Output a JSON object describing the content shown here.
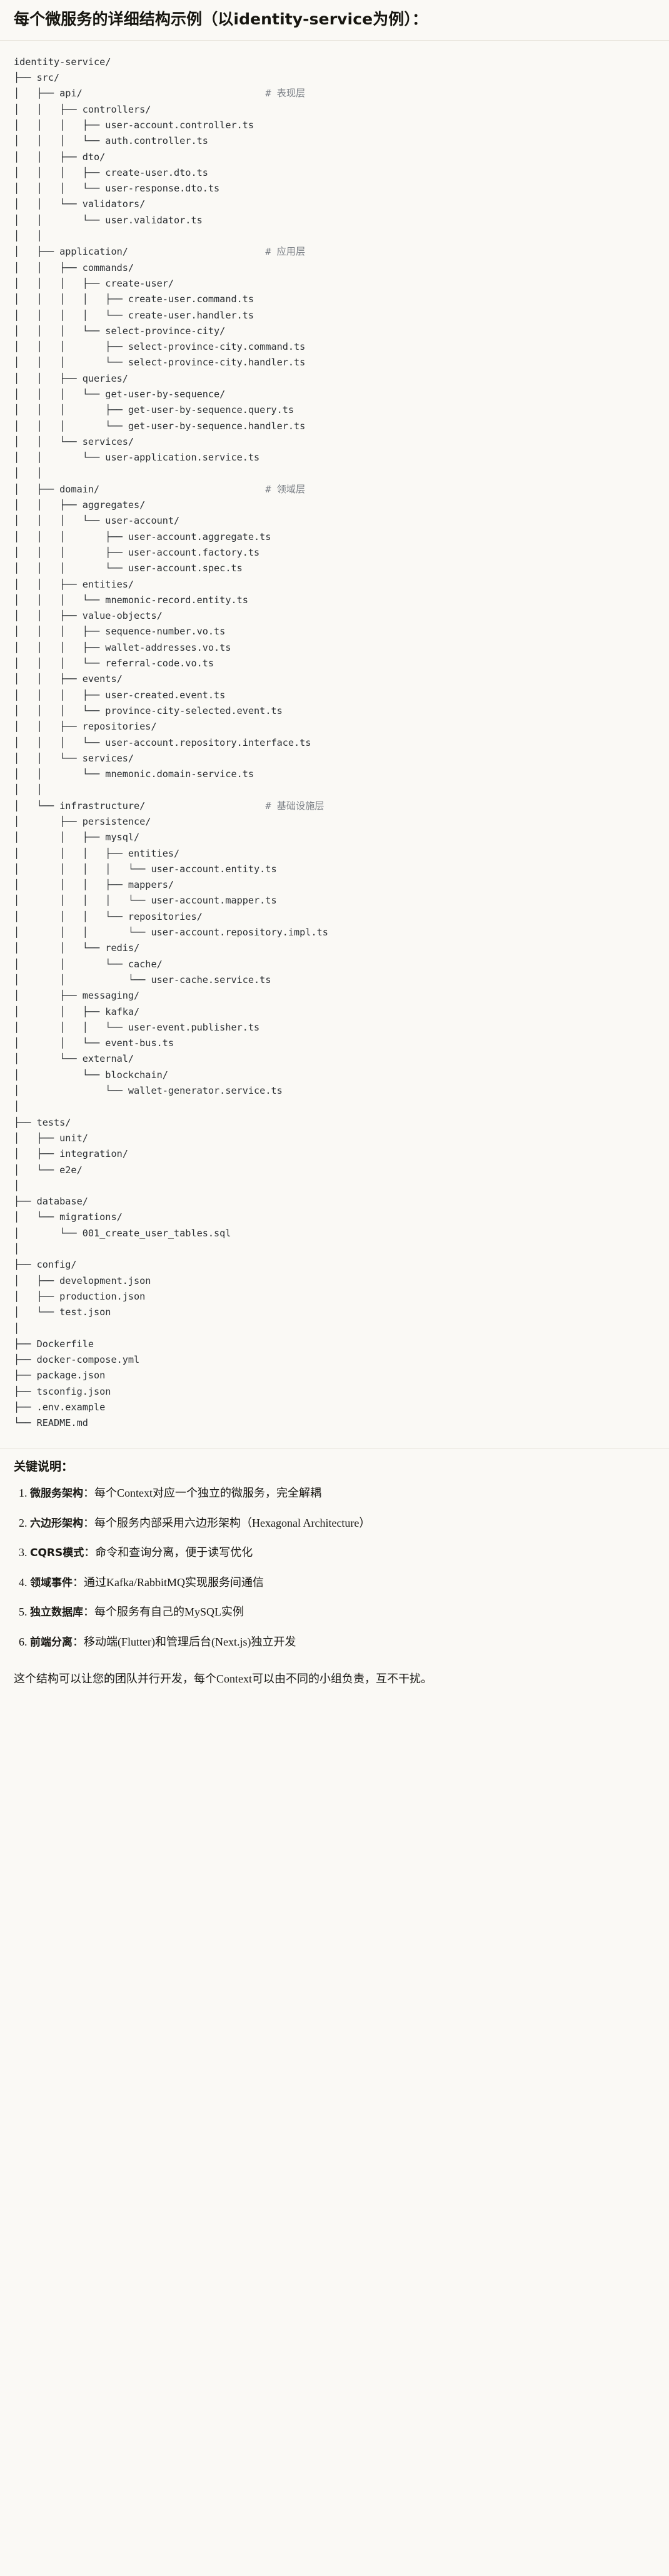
{
  "heading": "每个微服务的详细结构示例（以identity-service为例）：",
  "tree": {
    "root": "identity-service/",
    "comments": {
      "api": "# 表现层",
      "application": "# 应用层",
      "domain": "# 领域层",
      "infrastructure": "# 基础设施层"
    },
    "lines": [
      {
        "text": "identity-service/",
        "comment": ""
      },
      {
        "text": "├── src/",
        "comment": ""
      },
      {
        "text": "│   ├── api/",
        "comment": "# 表现层"
      },
      {
        "text": "│   │   ├── controllers/",
        "comment": ""
      },
      {
        "text": "│   │   │   ├── user-account.controller.ts",
        "comment": ""
      },
      {
        "text": "│   │   │   └── auth.controller.ts",
        "comment": ""
      },
      {
        "text": "│   │   ├── dto/",
        "comment": ""
      },
      {
        "text": "│   │   │   ├── create-user.dto.ts",
        "comment": ""
      },
      {
        "text": "│   │   │   └── user-response.dto.ts",
        "comment": ""
      },
      {
        "text": "│   │   └── validators/",
        "comment": ""
      },
      {
        "text": "│   │       └── user.validator.ts",
        "comment": ""
      },
      {
        "text": "│   │",
        "comment": ""
      },
      {
        "text": "│   ├── application/",
        "comment": "# 应用层"
      },
      {
        "text": "│   │   ├── commands/",
        "comment": ""
      },
      {
        "text": "│   │   │   ├── create-user/",
        "comment": ""
      },
      {
        "text": "│   │   │   │   ├── create-user.command.ts",
        "comment": ""
      },
      {
        "text": "│   │   │   │   └── create-user.handler.ts",
        "comment": ""
      },
      {
        "text": "│   │   │   └── select-province-city/",
        "comment": ""
      },
      {
        "text": "│   │   │       ├── select-province-city.command.ts",
        "comment": ""
      },
      {
        "text": "│   │   │       └── select-province-city.handler.ts",
        "comment": ""
      },
      {
        "text": "│   │   ├── queries/",
        "comment": ""
      },
      {
        "text": "│   │   │   └── get-user-by-sequence/",
        "comment": ""
      },
      {
        "text": "│   │   │       ├── get-user-by-sequence.query.ts",
        "comment": ""
      },
      {
        "text": "│   │   │       └── get-user-by-sequence.handler.ts",
        "comment": ""
      },
      {
        "text": "│   │   └── services/",
        "comment": ""
      },
      {
        "text": "│   │       └── user-application.service.ts",
        "comment": ""
      },
      {
        "text": "│   │",
        "comment": ""
      },
      {
        "text": "│   ├── domain/",
        "comment": "# 领域层"
      },
      {
        "text": "│   │   ├── aggregates/",
        "comment": ""
      },
      {
        "text": "│   │   │   └── user-account/",
        "comment": ""
      },
      {
        "text": "│   │   │       ├── user-account.aggregate.ts",
        "comment": ""
      },
      {
        "text": "│   │   │       ├── user-account.factory.ts",
        "comment": ""
      },
      {
        "text": "│   │   │       └── user-account.spec.ts",
        "comment": ""
      },
      {
        "text": "│   │   ├── entities/",
        "comment": ""
      },
      {
        "text": "│   │   │   └── mnemonic-record.entity.ts",
        "comment": ""
      },
      {
        "text": "│   │   ├── value-objects/",
        "comment": ""
      },
      {
        "text": "│   │   │   ├── sequence-number.vo.ts",
        "comment": ""
      },
      {
        "text": "│   │   │   ├── wallet-addresses.vo.ts",
        "comment": ""
      },
      {
        "text": "│   │   │   └── referral-code.vo.ts",
        "comment": ""
      },
      {
        "text": "│   │   ├── events/",
        "comment": ""
      },
      {
        "text": "│   │   │   ├── user-created.event.ts",
        "comment": ""
      },
      {
        "text": "│   │   │   └── province-city-selected.event.ts",
        "comment": ""
      },
      {
        "text": "│   │   ├── repositories/",
        "comment": ""
      },
      {
        "text": "│   │   │   └── user-account.repository.interface.ts",
        "comment": ""
      },
      {
        "text": "│   │   └── services/",
        "comment": ""
      },
      {
        "text": "│   │       └── mnemonic.domain-service.ts",
        "comment": ""
      },
      {
        "text": "│   │",
        "comment": ""
      },
      {
        "text": "│   └── infrastructure/",
        "comment": "# 基础设施层"
      },
      {
        "text": "│       ├── persistence/",
        "comment": ""
      },
      {
        "text": "│       │   ├── mysql/",
        "comment": ""
      },
      {
        "text": "│       │   │   ├── entities/",
        "comment": ""
      },
      {
        "text": "│       │   │   │   └── user-account.entity.ts",
        "comment": ""
      },
      {
        "text": "│       │   │   ├── mappers/",
        "comment": ""
      },
      {
        "text": "│       │   │   │   └── user-account.mapper.ts",
        "comment": ""
      },
      {
        "text": "│       │   │   └── repositories/",
        "comment": ""
      },
      {
        "text": "│       │   │       └── user-account.repository.impl.ts",
        "comment": ""
      },
      {
        "text": "│       │   └── redis/",
        "comment": ""
      },
      {
        "text": "│       │       └── cache/",
        "comment": ""
      },
      {
        "text": "│       │           └── user-cache.service.ts",
        "comment": ""
      },
      {
        "text": "│       ├── messaging/",
        "comment": ""
      },
      {
        "text": "│       │   ├── kafka/",
        "comment": ""
      },
      {
        "text": "│       │   │   └── user-event.publisher.ts",
        "comment": ""
      },
      {
        "text": "│       │   └── event-bus.ts",
        "comment": ""
      },
      {
        "text": "│       └── external/",
        "comment": ""
      },
      {
        "text": "│           └── blockchain/",
        "comment": ""
      },
      {
        "text": "│               └── wallet-generator.service.ts",
        "comment": ""
      },
      {
        "text": "│",
        "comment": ""
      },
      {
        "text": "├── tests/",
        "comment": ""
      },
      {
        "text": "│   ├── unit/",
        "comment": ""
      },
      {
        "text": "│   ├── integration/",
        "comment": ""
      },
      {
        "text": "│   └── e2e/",
        "comment": ""
      },
      {
        "text": "│",
        "comment": ""
      },
      {
        "text": "├── database/",
        "comment": ""
      },
      {
        "text": "│   └── migrations/",
        "comment": ""
      },
      {
        "text": "│       └── 001_create_user_tables.sql",
        "comment": ""
      },
      {
        "text": "│",
        "comment": ""
      },
      {
        "text": "├── config/",
        "comment": ""
      },
      {
        "text": "│   ├── development.json",
        "comment": ""
      },
      {
        "text": "│   ├── production.json",
        "comment": ""
      },
      {
        "text": "│   └── test.json",
        "comment": ""
      },
      {
        "text": "│",
        "comment": ""
      },
      {
        "text": "├── Dockerfile",
        "comment": ""
      },
      {
        "text": "├── docker-compose.yml",
        "comment": ""
      },
      {
        "text": "├── package.json",
        "comment": ""
      },
      {
        "text": "├── tsconfig.json",
        "comment": ""
      },
      {
        "text": "├── .env.example",
        "comment": ""
      },
      {
        "text": "└── README.md",
        "comment": ""
      }
    ],
    "comment_column": 44
  },
  "notes": {
    "title": "关键说明：",
    "items": [
      {
        "term": "微服务架构",
        "body": "：每个Context对应一个独立的微服务，完全解耦"
      },
      {
        "term": "六边形架构",
        "body": "：每个服务内部采用六边形架构（Hexagonal Architecture）"
      },
      {
        "term": "CQRS模式",
        "body": "：命令和查询分离，便于读写优化"
      },
      {
        "term": "领域事件",
        "body": "：通过Kafka/RabbitMQ实现服务间通信"
      },
      {
        "term": "独立数据库",
        "body": "：每个服务有自己的MySQL实例"
      },
      {
        "term": "前端分离",
        "body": "：移动端(Flutter)和管理后台(Next.js)独立开发"
      }
    ],
    "closing": "这个结构可以让您的团队并行开发，每个Context可以由不同的小组负责，互不干扰。"
  },
  "colors": {
    "page_bg": "#faf9f5",
    "text": "#1a1915",
    "code_text": "#2b2f33",
    "comment_text": "#7d8288",
    "rule": "#e6e3da"
  }
}
